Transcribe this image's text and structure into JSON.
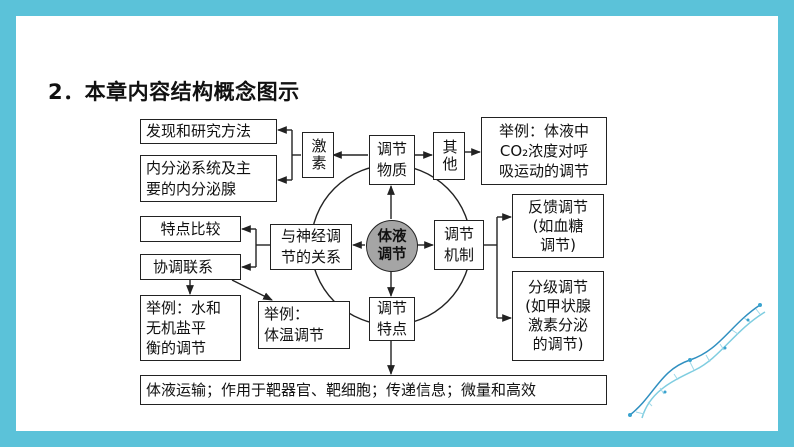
{
  "title": "2．本章内容结构概念图示",
  "center": "体液\n调节",
  "hubs": {
    "regulatory_substance": "调节\n物质",
    "mechanism": "调节\n机制",
    "characteristics": "调节\n特点",
    "relation_with_nervous": "与神经调\n节的关系"
  },
  "hormone": "激素",
  "other": "其他",
  "left_top": {
    "discovery": "发现和研究方法",
    "endocrine": "内分泌系统及主\n要的内分泌腺"
  },
  "example_co2": "举例：体液中\nCO₂浓度对呼\n吸运动的调节",
  "mechanism_items": {
    "feedback": "反馈调节\n(如血糖\n调节)",
    "hierarchical": "分级调节\n(如甲状腺\n激素分泌\n的调节)"
  },
  "relation_items": {
    "compare": "特点比较",
    "coordinate": "协调联系",
    "example_water": "举例：水和\n无机盐平\n衡的调节",
    "example_temp": "举例：\n体温调节"
  },
  "bottom": "体液运输；作用于靶器官、靶细胞；传递信息；微量和高效",
  "colors": {
    "frame": "#5bc2d9",
    "core_fill": "#a5a5a5",
    "line": "#222222"
  }
}
